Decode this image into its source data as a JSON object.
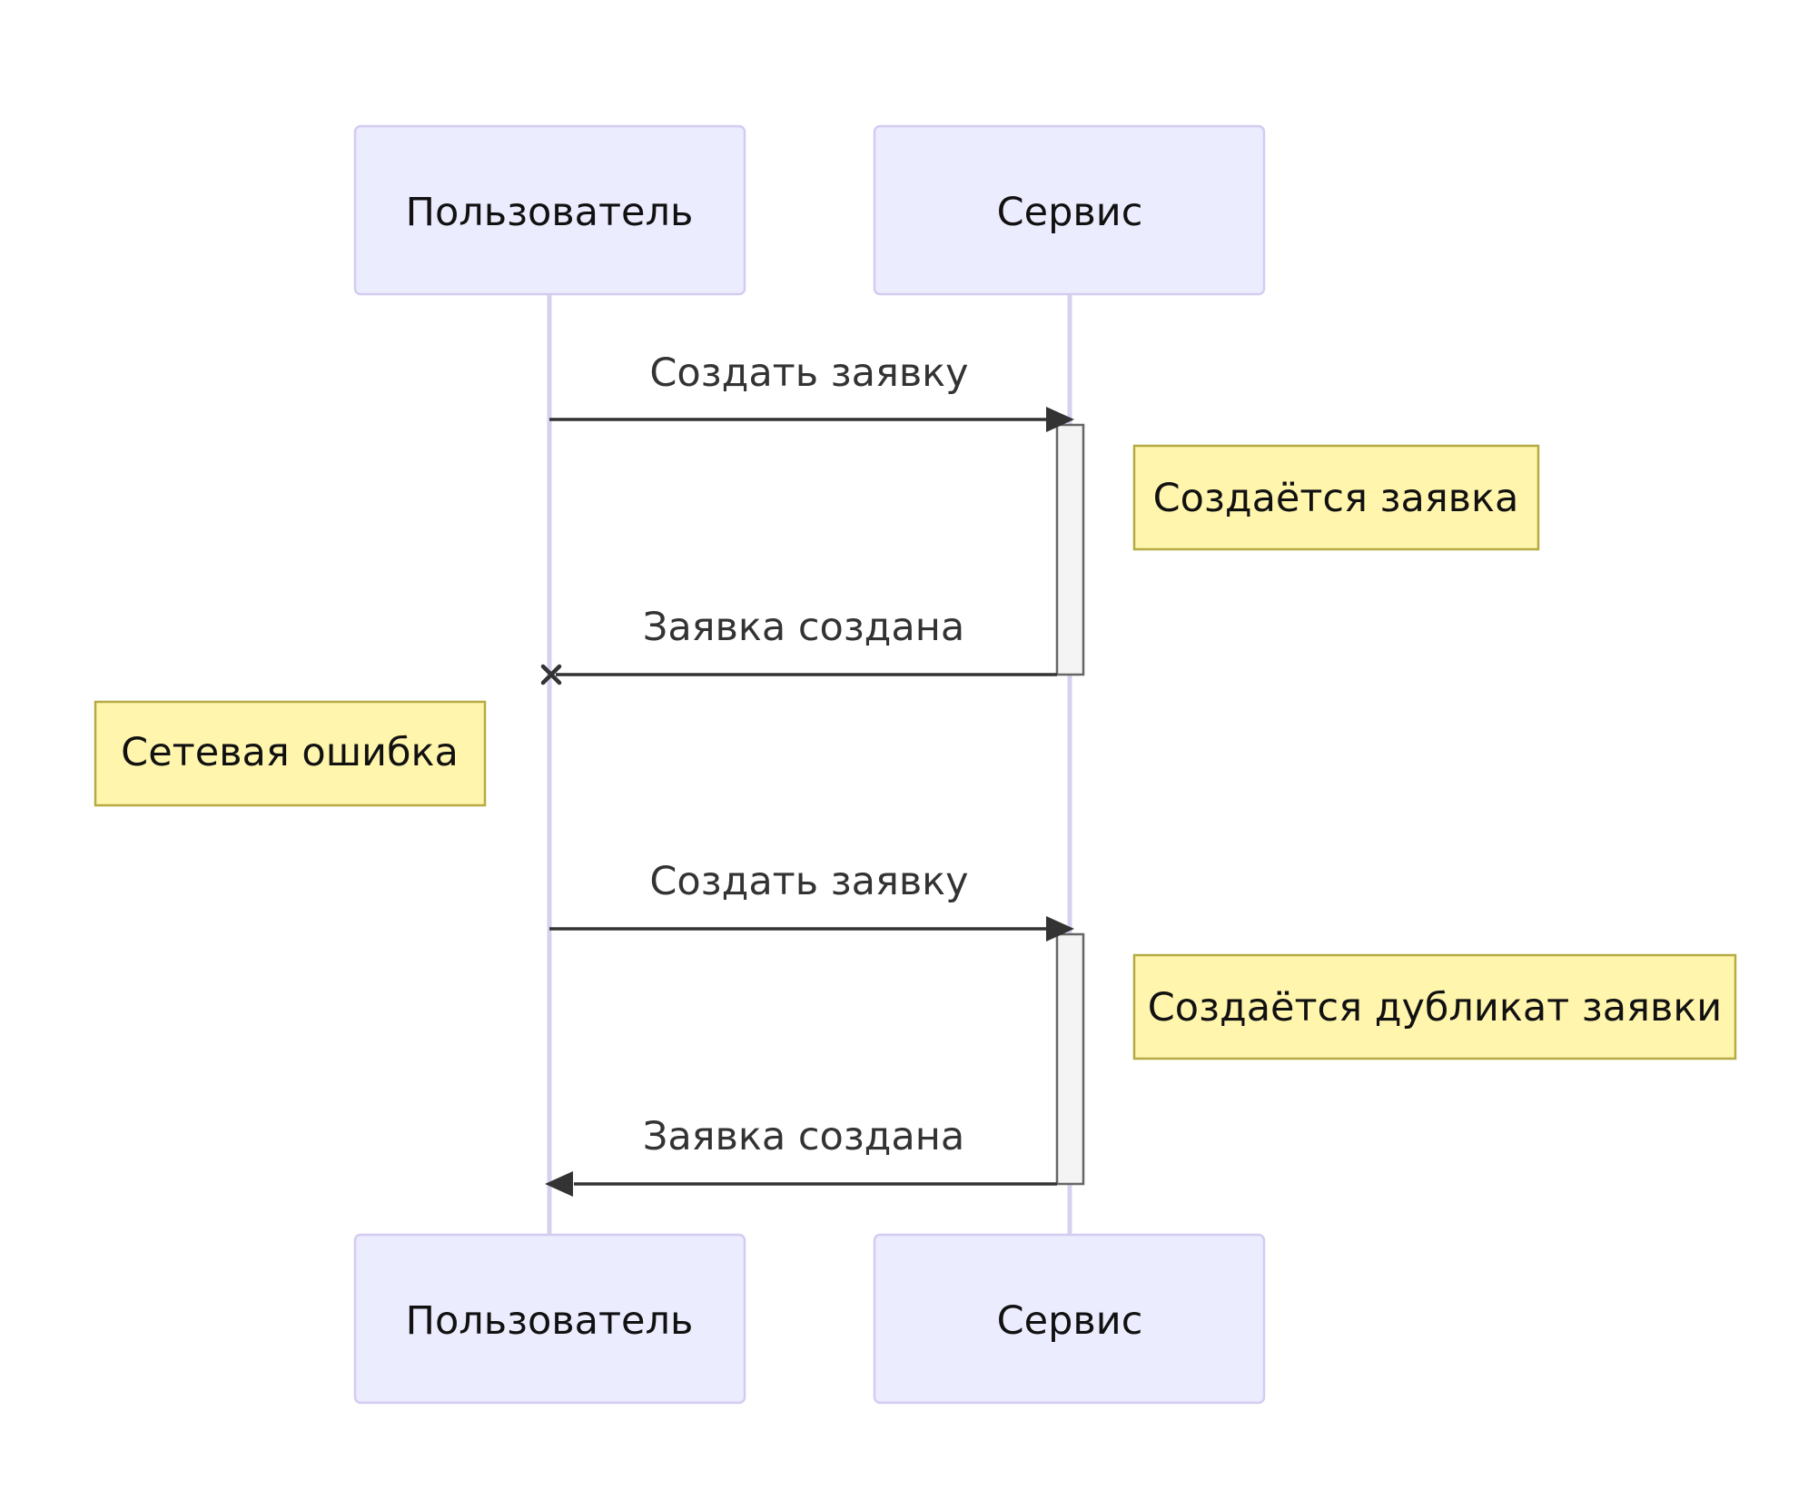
{
  "participants": [
    {
      "id": "user",
      "label": "Пользователь"
    },
    {
      "id": "service",
      "label": "Сервис"
    }
  ],
  "messages": [
    {
      "from": "user",
      "to": "service",
      "label": "Создать заявку",
      "arrow": "filled"
    },
    {
      "from": "service",
      "to": "user",
      "label": "Заявка создана",
      "arrow": "cross"
    },
    {
      "from": "user",
      "to": "service",
      "label": "Создать заявку",
      "arrow": "filled"
    },
    {
      "from": "service",
      "to": "user",
      "label": "Заявка создана",
      "arrow": "filled"
    }
  ],
  "notes": [
    {
      "label": "Создаётся заявка",
      "position": "right of service"
    },
    {
      "label": "Сетевая ошибка",
      "position": "left of user"
    },
    {
      "label": "Создаётся дубликат заявки",
      "position": "right of service"
    }
  ],
  "colors": {
    "actor_fill": "#ececff",
    "actor_stroke": "#d3ccf0",
    "note_fill": "#fff5ad",
    "note_stroke": "#b5ab43",
    "line": "#333333"
  }
}
